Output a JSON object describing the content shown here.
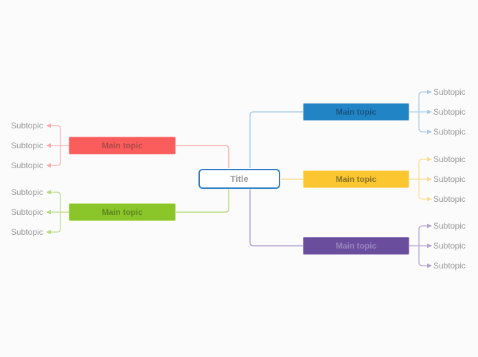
{
  "canvas": {
    "background": "#fbfbfb"
  },
  "mindmap": {
    "root": {
      "label": "Title"
    },
    "branches": [
      {
        "position": "right-top",
        "color": "blue",
        "label": "Main topic",
        "subtopics": [
          "Subtopic",
          "Subtopic",
          "Subtopic"
        ]
      },
      {
        "position": "right-middle",
        "color": "yellow",
        "label": "Main topic",
        "subtopics": [
          "Subtopic",
          "Subtopic",
          "Subtopic"
        ]
      },
      {
        "position": "right-bottom",
        "color": "purple",
        "label": "Main topic",
        "subtopics": [
          "Subtopic",
          "Subtopic",
          "Subtopic"
        ]
      },
      {
        "position": "left-top",
        "color": "red",
        "label": "Main topic",
        "subtopics": [
          "Subtopic",
          "Subtopic",
          "Subtopic"
        ]
      },
      {
        "position": "left-bottom",
        "color": "green",
        "label": "Main topic",
        "subtopics": [
          "Subtopic",
          "Subtopic",
          "Subtopic"
        ]
      }
    ]
  },
  "theme": {
    "canvas-bg": "#fbfbfb",
    "title-border": "#2a7fc6",
    "title-text": "#9b9b9b",
    "subtopic-text": "#9a9a9a",
    "blue-bg": "#2185c5",
    "blue-border": "#a7cae6",
    "blue-text": "#1a5480",
    "blue-line": "#a9cbe8",
    "yellow-bg": "#fbc62f",
    "yellow-border": "#fce4a3",
    "yellow-text": "#8a7528",
    "yellow-line": "#fbdd8e",
    "purple-bg": "#6a4d9c",
    "purple-border": "#a596c8",
    "purple-text": "#9a86c0",
    "purple-line": "#b2a2d2",
    "red-bg": "#fb5c5c",
    "red-border": "#fcabab",
    "red-text": "#b04a4a",
    "red-line": "#fbabab",
    "green-bg": "#8ac62a",
    "green-border": "#c3e68c",
    "green-text": "#5d8620",
    "green-line": "#b5dc80"
  }
}
